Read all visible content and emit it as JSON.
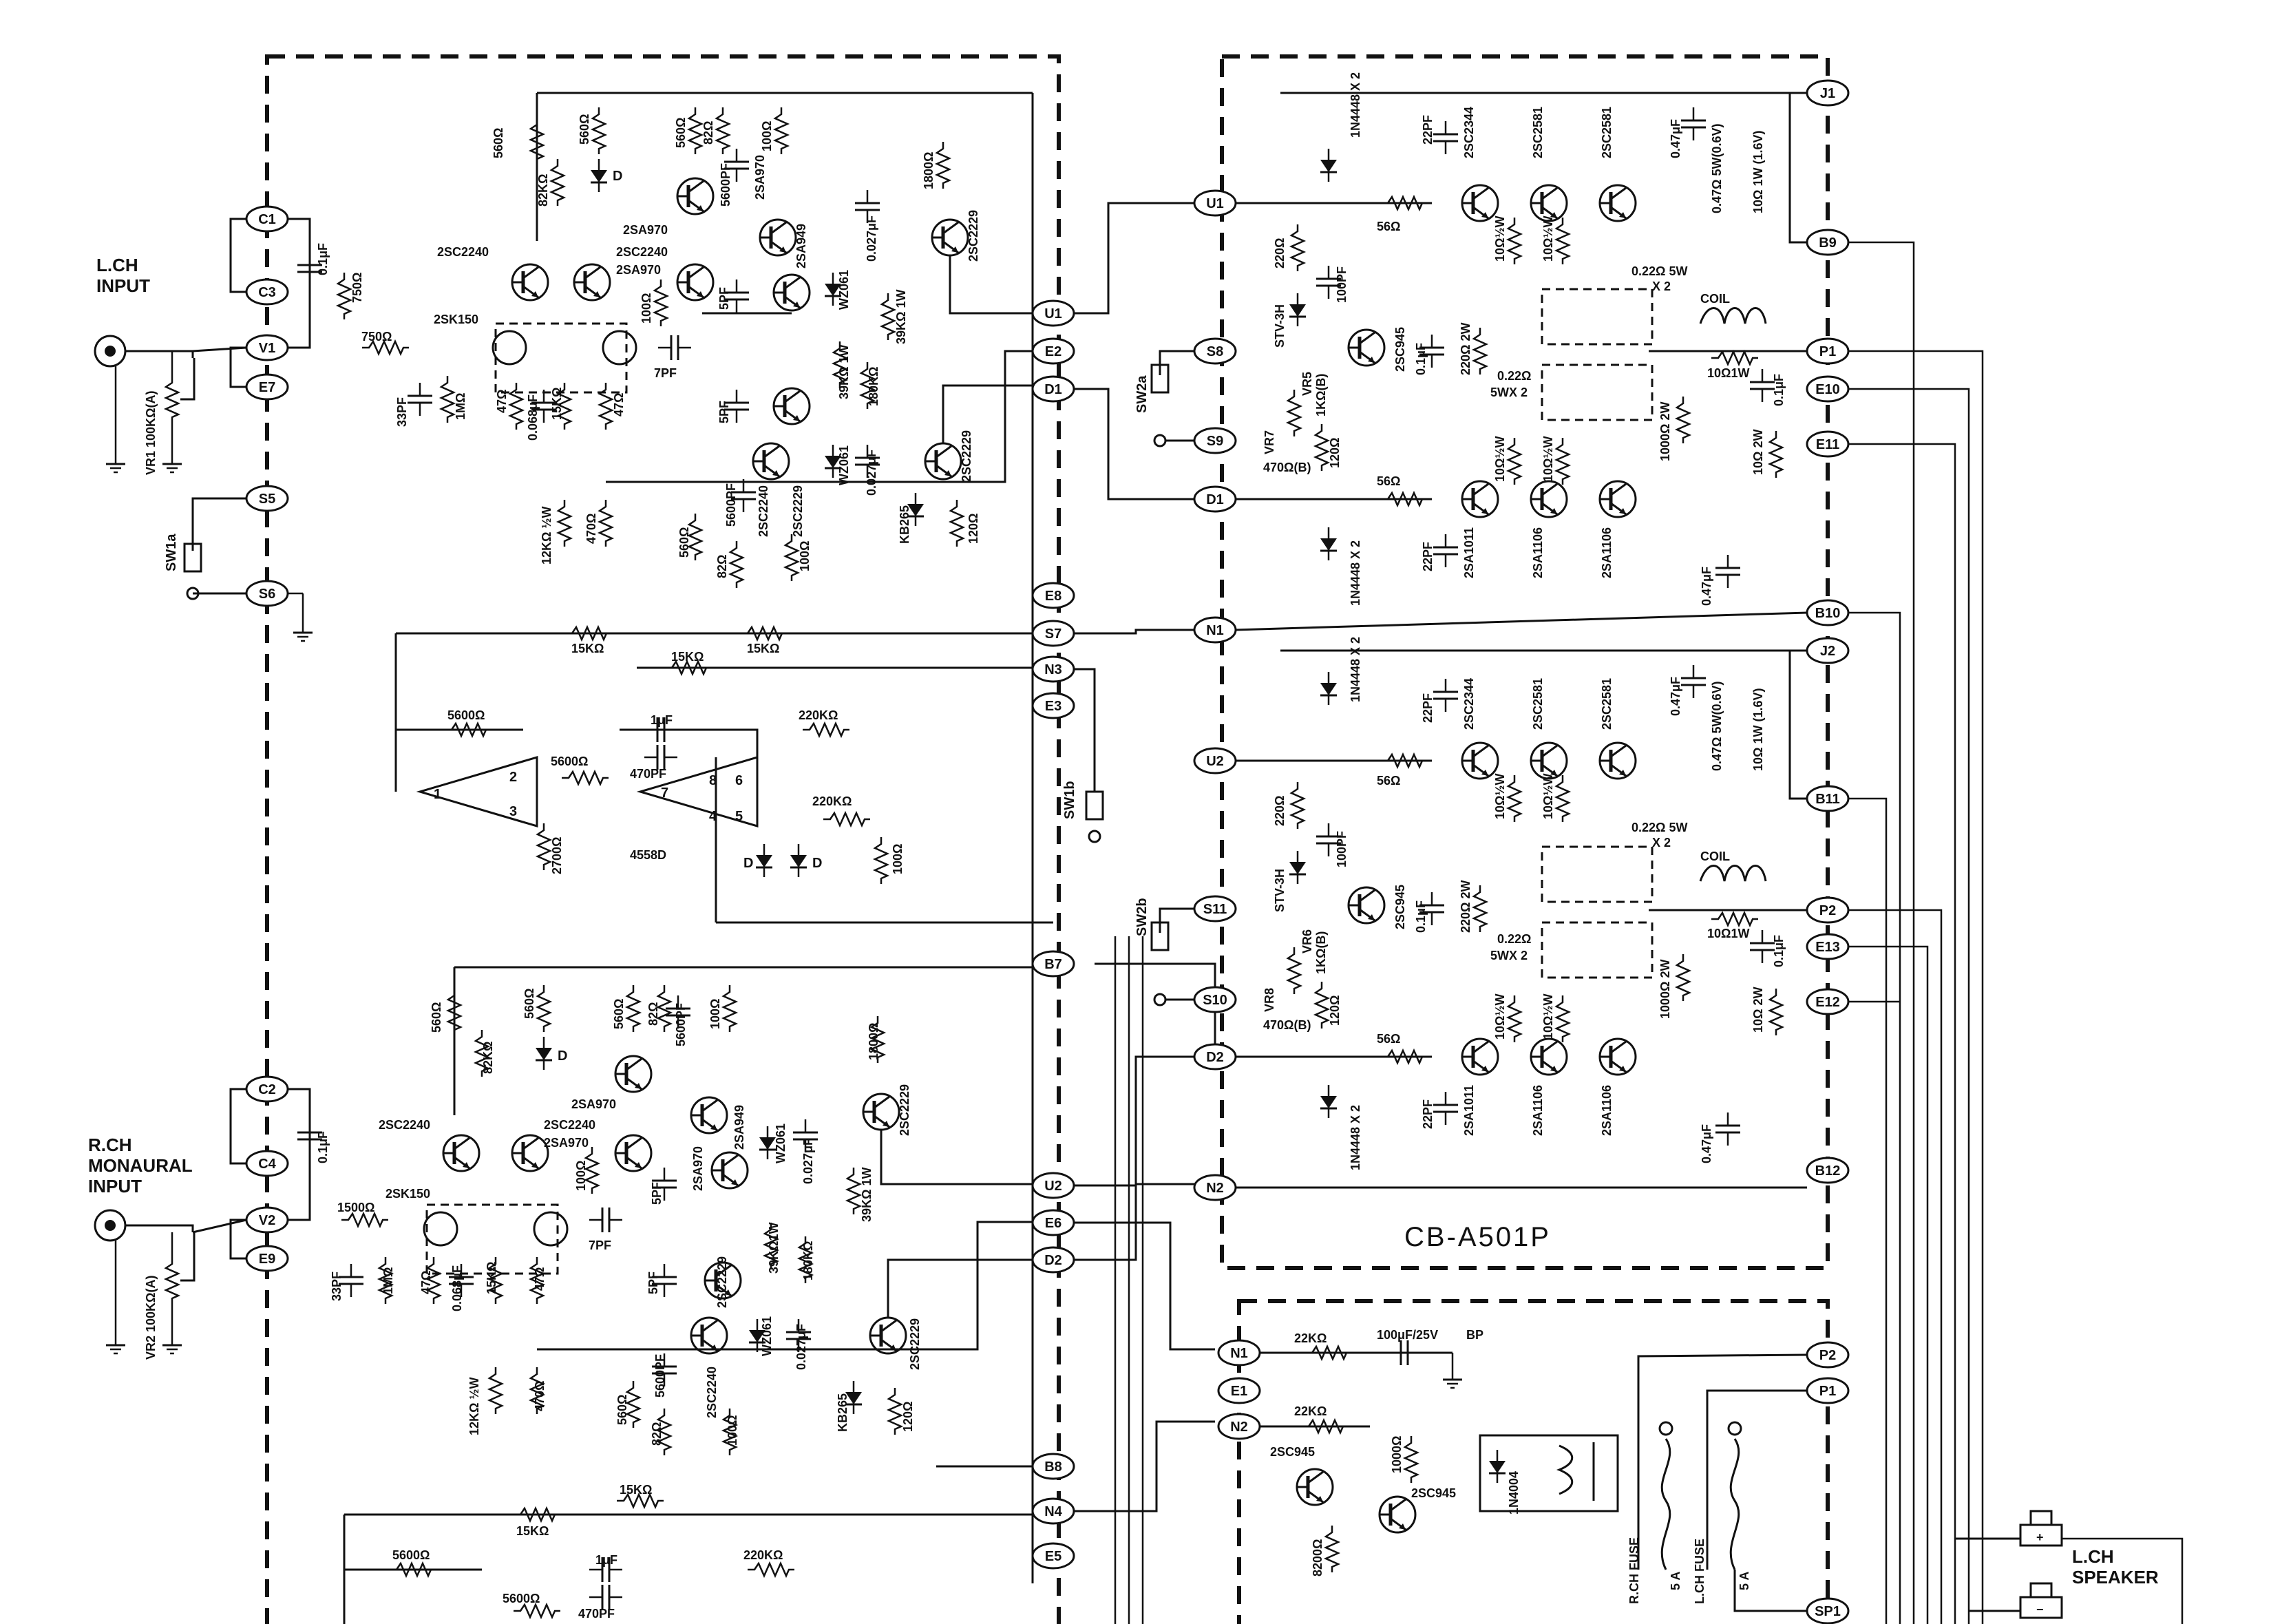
{
  "board": {
    "name": "CB-A501P"
  },
  "inputs": {
    "lch": [
      "L.CH",
      "INPUT"
    ],
    "rch": [
      "R.CH",
      "MONAURAL",
      "INPUT"
    ],
    "vr1": "VR1 100KΩ(A)",
    "vr2": "VR2 100KΩ(A)"
  },
  "switches": {
    "sw1a": "SW1a",
    "sw1b": "SW1b",
    "sw2a": "SW2a",
    "sw2b": "SW2b"
  },
  "terminals_left": [
    "C1",
    "C3",
    "V1",
    "E7",
    "S5",
    "S6",
    "C2",
    "C4",
    "V2",
    "E9"
  ],
  "terminals_mid": [
    "U1",
    "E2",
    "D1",
    "E8",
    "S7",
    "N3",
    "E3",
    "B7",
    "U2",
    "E6",
    "D2",
    "B8",
    "N4",
    "E5"
  ],
  "terminals_out_left": [
    "U1",
    "S8",
    "S9",
    "D1",
    "N1",
    "U2",
    "S11",
    "S10",
    "D2",
    "N2"
  ],
  "terminals_out_right": [
    "J1",
    "B9",
    "P1",
    "E10",
    "E11",
    "B10",
    "J2",
    "B11",
    "P2",
    "E13",
    "E12",
    "B12"
  ],
  "terminals_power": [
    "N1",
    "E1",
    "N2",
    "P2",
    "P1",
    "SP1"
  ],
  "ch_l": {
    "resistors": [
      "560Ω",
      "82KΩ",
      "560Ω",
      "560Ω",
      "82Ω",
      "100Ω",
      "1800Ω",
      "750Ω",
      "750Ω",
      "1MΩ",
      "47Ω",
      "15KΩ",
      "47Ω",
      "100Ω",
      "39KΩ 1W",
      "39KΩ 1W",
      "180KΩ",
      "470Ω",
      "12KΩ ½W",
      "560Ω",
      "82Ω",
      "100Ω",
      "120Ω"
    ],
    "caps": [
      "0.1μF",
      "33PF",
      "0.068μF",
      "7PF",
      "5PF",
      "5PF",
      "5600PF",
      "5600PF",
      "0.027μF",
      "0.027μF"
    ],
    "semis": [
      "2SC2240",
      "2SC2240",
      "2SA970",
      "2SA970",
      "2SA970",
      "2SA949",
      "2SC2229",
      "2SC2229",
      "2SC2240",
      "2SC2229",
      "2SK150",
      "WZ061",
      "WZ061",
      "KB265"
    ],
    "diode": "D"
  },
  "ch_r": {
    "resistors": [
      "560Ω",
      "82KΩ",
      "560Ω",
      "560Ω",
      "82Ω",
      "100Ω",
      "1800Ω",
      "1500Ω",
      "1MΩ",
      "47Ω",
      "15KΩ",
      "47Ω",
      "100Ω",
      "39KΩ1W",
      "39KΩ 1W",
      "180KΩ",
      "470Ω",
      "12KΩ ½W",
      "560Ω",
      "82Ω",
      "100Ω",
      "120Ω"
    ],
    "caps": [
      "0.1μF",
      "33PF",
      "0.068μF",
      "7PF",
      "5PF",
      "5PF",
      "5600PF",
      "5600PF",
      "0.027μF",
      "0.027μF"
    ],
    "semis": [
      "2SC2240",
      "2SC2240",
      "2SA970",
      "2SA970",
      "2SA970",
      "2SA949",
      "2SC2229",
      "2SC2229",
      "2SC2240",
      "2SC2229",
      "2SK150",
      "WZ061",
      "WZ061",
      "KB265"
    ],
    "diode": "D"
  },
  "feedback": {
    "r15k": "15KΩ",
    "r5600": "5600Ω",
    "r220k": "220KΩ",
    "r2700": "2700Ω",
    "r100": "100Ω",
    "c1u": "1μF",
    "c470p": "470PF",
    "opamp": "4558D",
    "pins": [
      "1",
      "2",
      "3",
      "7",
      "8",
      "6",
      "4",
      "5"
    ],
    "diode": "D"
  },
  "output": {
    "diodes": "1N4448 X 2",
    "c22pf": "22PF",
    "c100pf": "100PF",
    "c01": "0.1μF",
    "c047": "0.47μF",
    "r56": "56Ω",
    "r220": "220Ω",
    "r220_2w": "220Ω 2W",
    "r120": "120Ω",
    "r10_half": "10Ω½W",
    "r1000_2w": "1000Ω 2W",
    "r10_2w": "10Ω 2W",
    "r10_1w": "10Ω1W",
    "r047_5w": "0.47Ω 5W(0.6V)",
    "r10_1w16": "10Ω 1W (1.6V)",
    "r022_5w": "0.22Ω 5W",
    "x2": "X 2",
    "r022": "0.22Ω",
    "r5wx2": "5WX 2",
    "coil": "COIL",
    "stv": "STV-3H",
    "vr5": "VR5",
    "vr6": "VR6",
    "vr_1k": "1KΩ(B)",
    "vr7": "VR7",
    "vr8": "VR8",
    "vr_470": "470Ω(B)",
    "semis": [
      "2SC2344",
      "2SC2581",
      "2SC2581",
      "2SC945",
      "2SA1011",
      "2SA1106",
      "2SA1106"
    ]
  },
  "protect": {
    "r22k": "22KΩ",
    "c100u": "100μF/25V",
    "bp": "BP",
    "r8200": "8200Ω",
    "r1000": "1000Ω",
    "q1": "2SC945",
    "q2": "2SC945",
    "relay_diode": "1N4004"
  },
  "fuses": {
    "rch": "R.CH FUSE",
    "lch": "L.CH FUSE",
    "rating": "5 A"
  },
  "speaker": {
    "label": [
      "L.CH",
      "SPEAKER"
    ],
    "plus": "+",
    "minus": "−"
  }
}
